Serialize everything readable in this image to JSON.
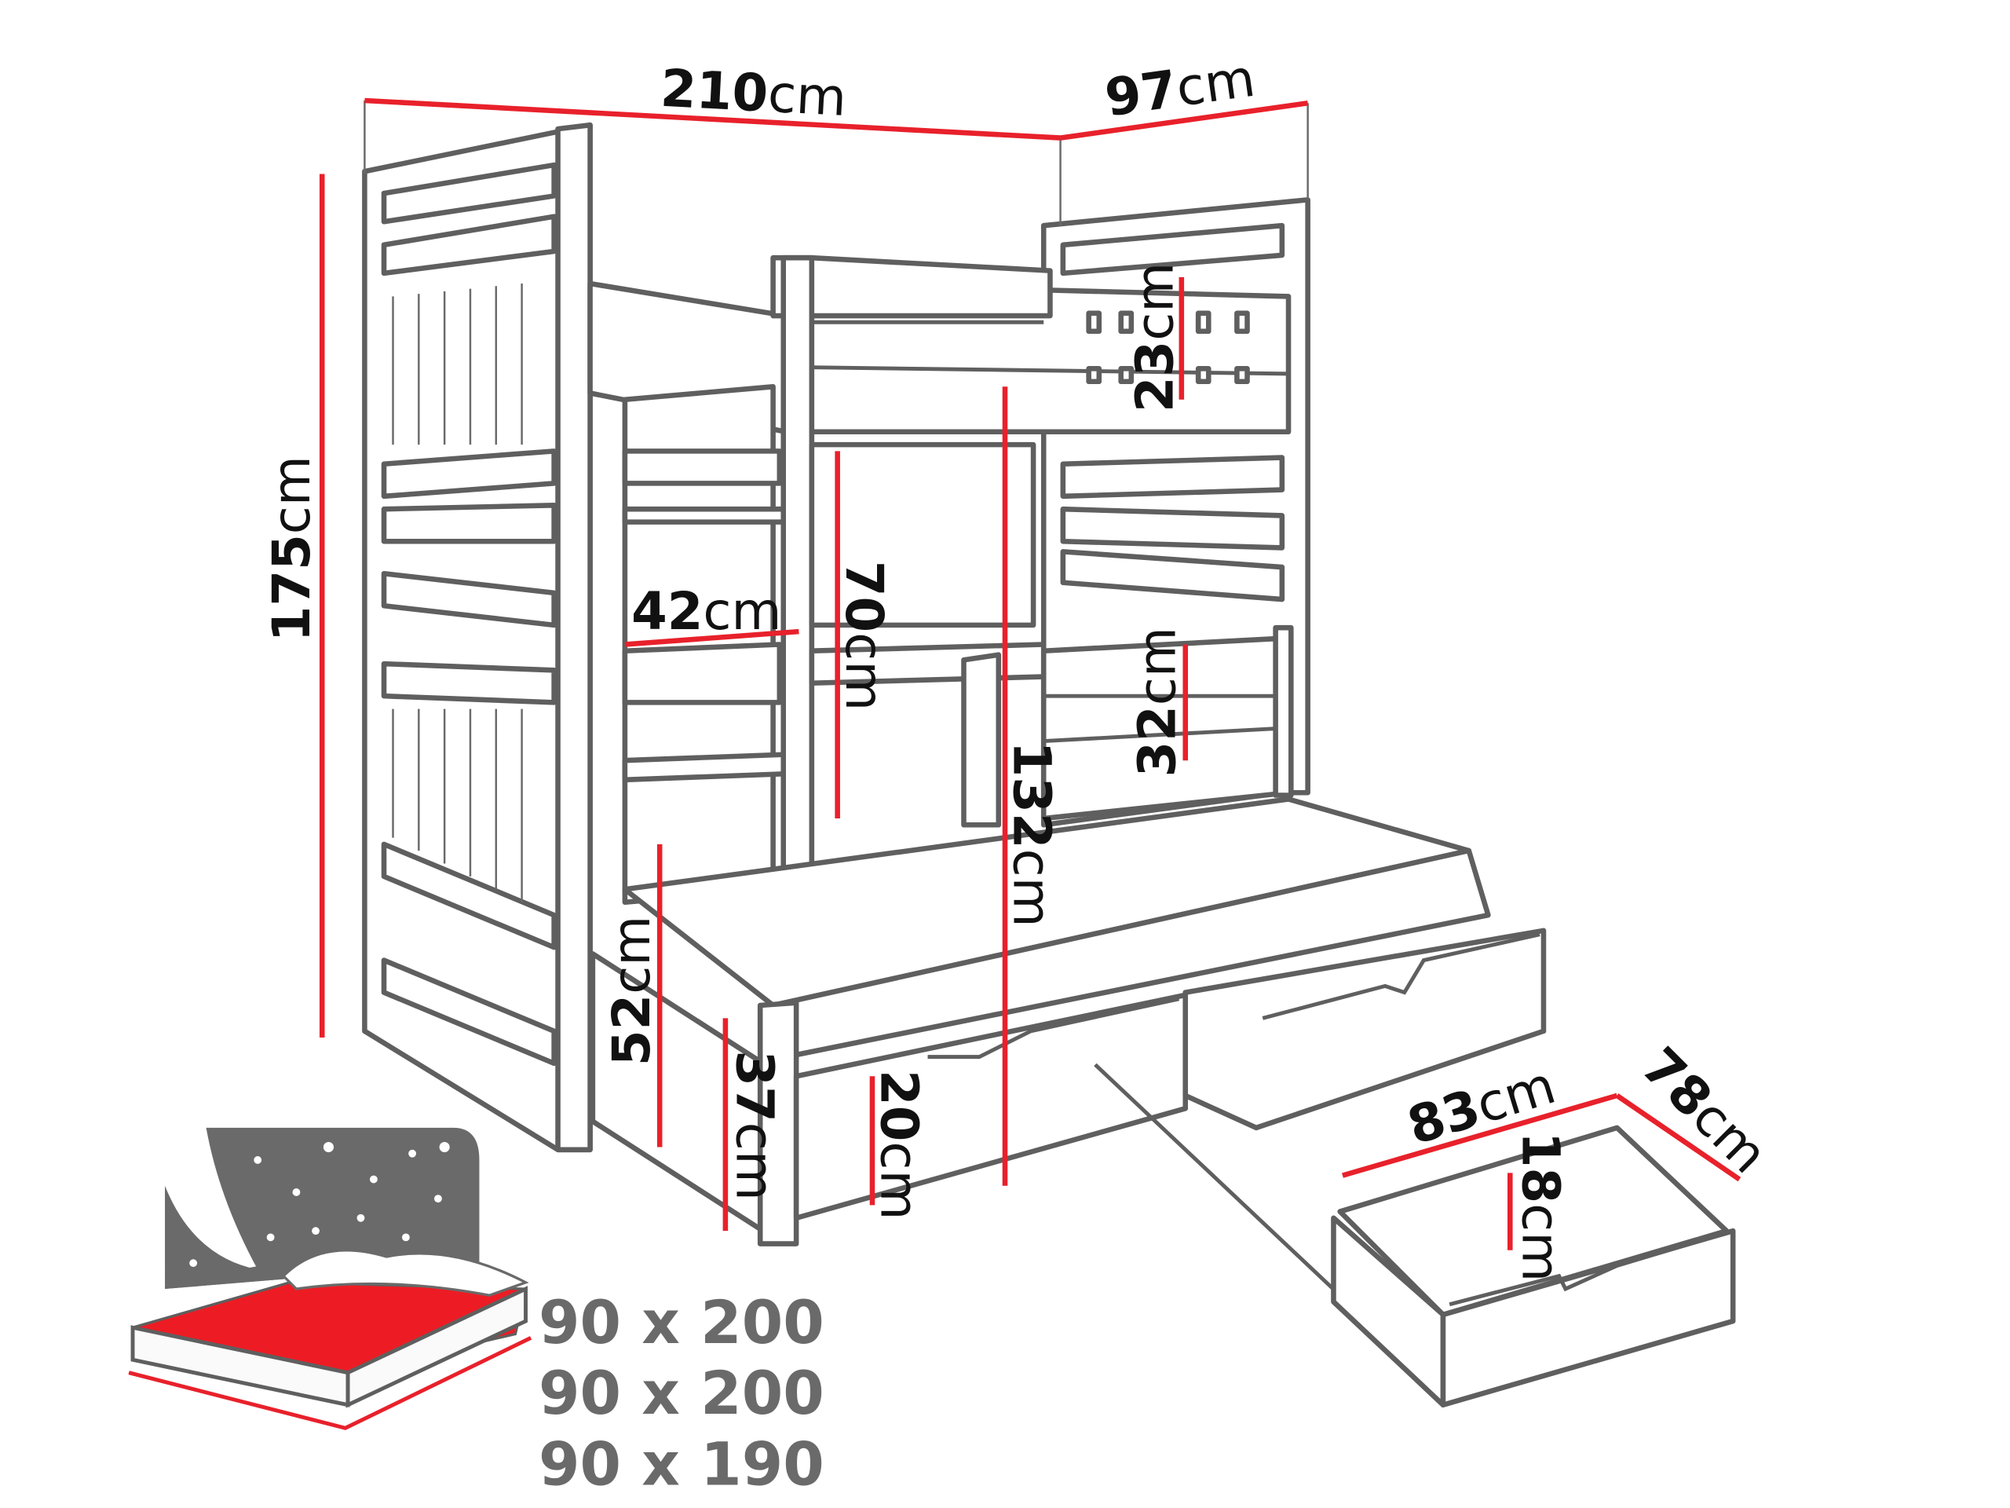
{
  "colors": {
    "frame": "#5f5f5f",
    "dimension": "#e8212b",
    "mattress_top": "#ed1c24",
    "icon_bg": "#6a6a6a"
  },
  "dimensions": {
    "width": {
      "value": "210",
      "unit": "cm"
    },
    "depth": {
      "value": "97",
      "unit": "cm"
    },
    "height": {
      "value": "175",
      "unit": "cm"
    },
    "top_rail": {
      "value": "23",
      "unit": "cm"
    },
    "ladder_step": {
      "value": "42",
      "unit": "cm"
    },
    "entry_opening": {
      "value": "70",
      "unit": "cm"
    },
    "top_bed_height": {
      "value": "132",
      "unit": "cm"
    },
    "middle_rail": {
      "value": "32",
      "unit": "cm"
    },
    "middle_bed_height": {
      "value": "52",
      "unit": "cm"
    },
    "pullout_height": {
      "value": "37",
      "unit": "cm"
    },
    "drawer_front": {
      "value": "20",
      "unit": "cm"
    },
    "drawer_width": {
      "value": "83",
      "unit": "cm"
    },
    "drawer_depth": {
      "value": "78",
      "unit": "cm"
    },
    "drawer_height": {
      "value": "18",
      "unit": "cm"
    }
  },
  "mattress_sizes": [
    "90 x 200",
    "90 x 200",
    "90 x 190"
  ],
  "icons": [
    "mattress-night-icon"
  ]
}
